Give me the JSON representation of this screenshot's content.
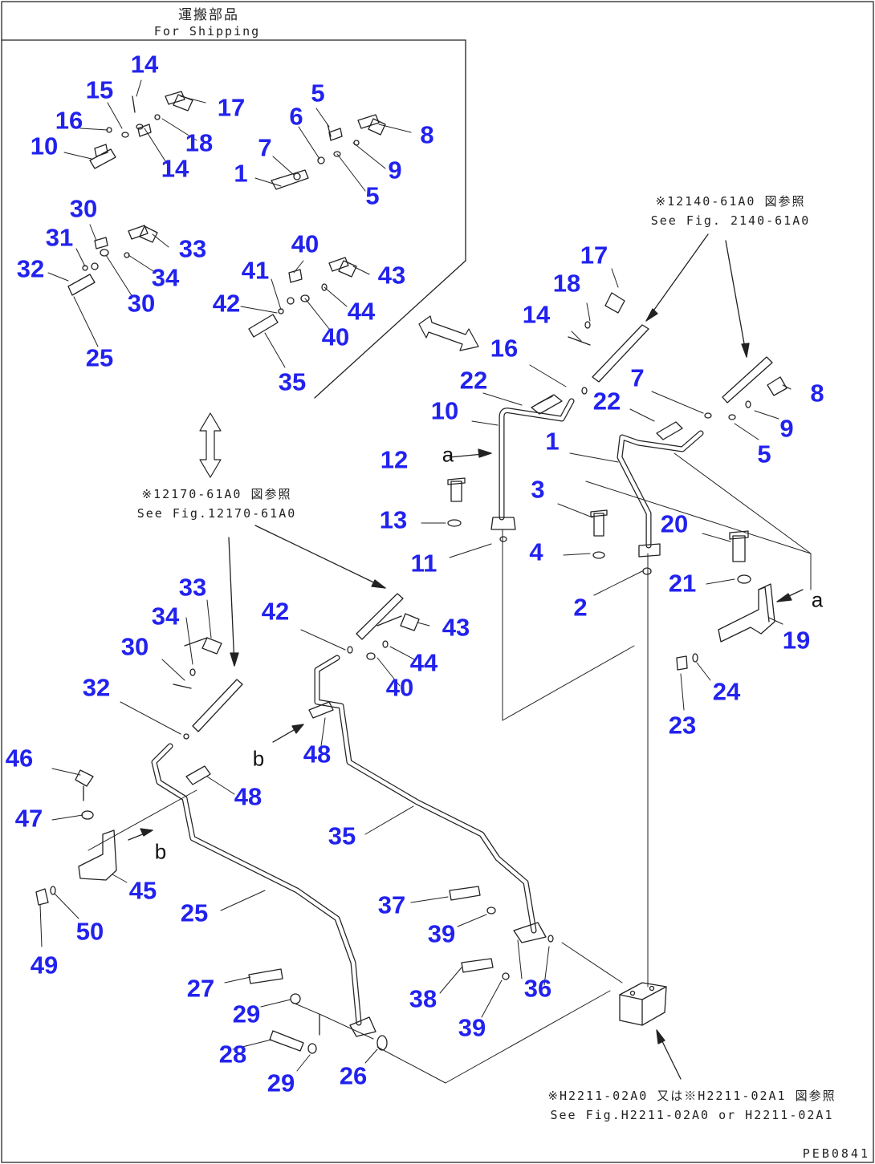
{
  "header": {
    "jp": "運搬部品",
    "en": "For Shipping"
  },
  "refs": [
    {
      "jp": "※12140-61A0 図参照",
      "en": "See Fig. 2140-61A0"
    },
    {
      "jp": "※12170-61A0 図参照",
      "en": "See Fig.12170-61A0"
    },
    {
      "jp": "※H2211-02A0 又は※H2211-02A1 図参照",
      "en": "See Fig.H2211-02A0 or H2211-02A1"
    }
  ],
  "letters": [
    "a",
    "a",
    "b",
    "b"
  ],
  "callouts": [
    "14",
    "15",
    "17",
    "16",
    "18",
    "10",
    "14",
    "5",
    "6",
    "8",
    "7",
    "9",
    "1",
    "5",
    "30",
    "33",
    "31",
    "34",
    "32",
    "30",
    "25",
    "40",
    "41",
    "43",
    "42",
    "44",
    "40",
    "35",
    "17",
    "18",
    "14",
    "16",
    "22",
    "22",
    "7",
    "8",
    "10",
    "9",
    "1",
    "5",
    "12",
    "3",
    "13",
    "11",
    "4",
    "20",
    "21",
    "2",
    "19",
    "24",
    "23",
    "33",
    "34",
    "42",
    "43",
    "30",
    "44",
    "40",
    "32",
    "48",
    "46",
    "48",
    "47",
    "35",
    "45",
    "25",
    "37",
    "39",
    "36",
    "27",
    "38",
    "29",
    "39",
    "28",
    "26",
    "29",
    "49",
    "50"
  ],
  "footer_code": "PEB0841"
}
